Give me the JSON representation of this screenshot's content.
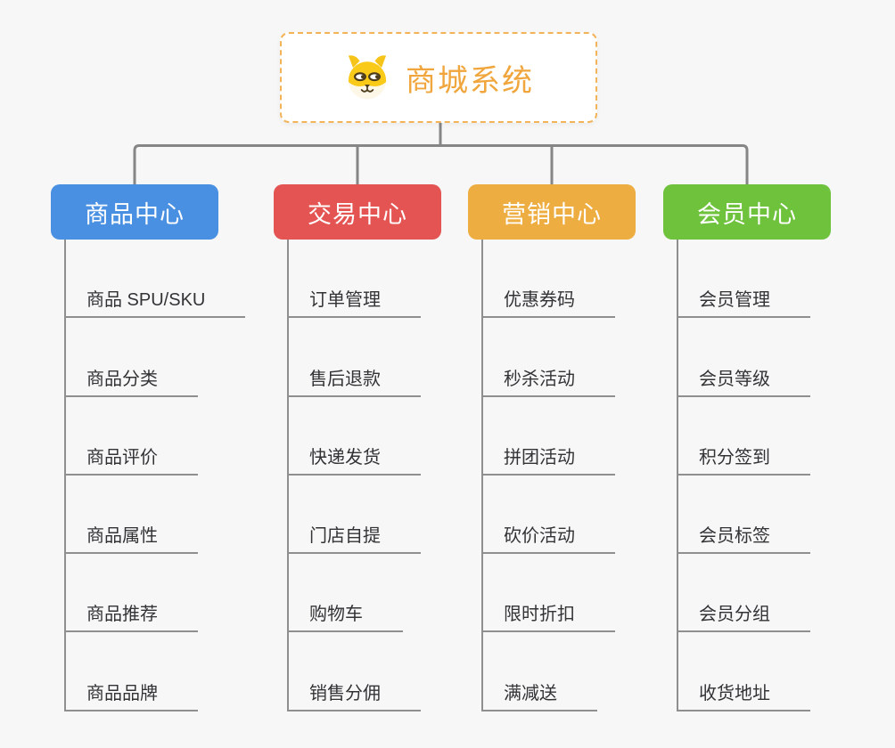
{
  "diagram_title": "商城系统",
  "root": {
    "title": "商城系统",
    "icon": "shiba-dog-face-icon",
    "title_color": "#f0a63c",
    "border_color": "#f3b459",
    "background": "#ffffff"
  },
  "branches": [
    {
      "label": "商品中心",
      "color": "#4a90e2",
      "children": [
        "商品 SPU/SKU",
        "商品分类",
        "商品评价",
        "商品属性",
        "商品推荐",
        "商品品牌"
      ]
    },
    {
      "label": "交易中心",
      "color": "#e45452",
      "children": [
        "订单管理",
        "售后退款",
        "快递发货",
        "门店自提",
        "购物车",
        "销售分佣"
      ]
    },
    {
      "label": "营销中心",
      "color": "#eead40",
      "children": [
        "优惠券码",
        "秒杀活动",
        "拼团活动",
        "砍价活动",
        "限时折扣",
        "满减送"
      ]
    },
    {
      "label": "会员中心",
      "color": "#6ec23c",
      "children": [
        "会员管理",
        "会员等级",
        "积分签到",
        "会员标签",
        "会员分组",
        "收货地址"
      ]
    }
  ],
  "style": {
    "canvas_background": "#f7f7f7",
    "connector_color": "#868686",
    "child_line_color": "#8f8f8f",
    "child_text_color": "#333336",
    "branch_text_color": "#ffffff"
  }
}
